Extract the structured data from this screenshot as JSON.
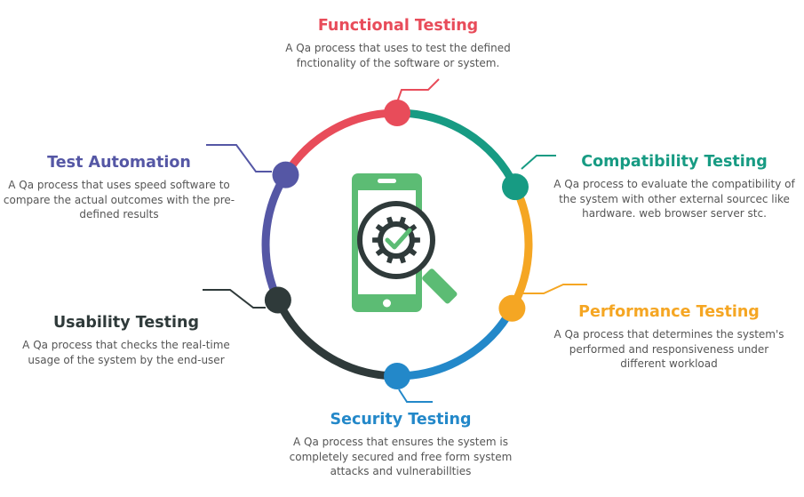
{
  "colors": {
    "functional": "#e84c5a",
    "compatibility": "#179b83",
    "performance": "#f5a623",
    "security": "#2388c9",
    "usability": "#2f3a3a",
    "automation": "#5557a5",
    "phone": "#5cbc74",
    "gear": "#2f3a3a",
    "check": "#5cbc74"
  },
  "items": [
    {
      "key": "functional",
      "title": "Functional Testing",
      "description": "A Qa process that uses to test the defined fnctionality of the software or system.",
      "icon": "dot-node"
    },
    {
      "key": "compatibility",
      "title": "Compatibility Testing",
      "description": "A Qa process to evaluate the compatibility of the system with other external sourcec like hardware. web browser server stc.",
      "icon": "dot-node"
    },
    {
      "key": "performance",
      "title": "Performance Testing",
      "description": "A Qa process that determines the system's performed and responsiveness under different workload",
      "icon": "dot-node"
    },
    {
      "key": "security",
      "title": "Security Testing",
      "description": "A Qa process that ensures the system is completely secured and free form system attacks and vulnerabillties",
      "icon": "dot-node"
    },
    {
      "key": "usability",
      "title": "Usability Testing",
      "description": "A Qa process that checks the real-time usage of the system by the end-user",
      "icon": "dot-node"
    },
    {
      "key": "automation",
      "title": "Test Automation",
      "description": "A Qa process that uses speed software to compare the actual outcomes with the pre-defined results",
      "icon": "dot-node"
    }
  ],
  "center_icon": [
    "smartphone-icon",
    "gear-icon",
    "checkmark-icon",
    "magnifier-icon"
  ]
}
